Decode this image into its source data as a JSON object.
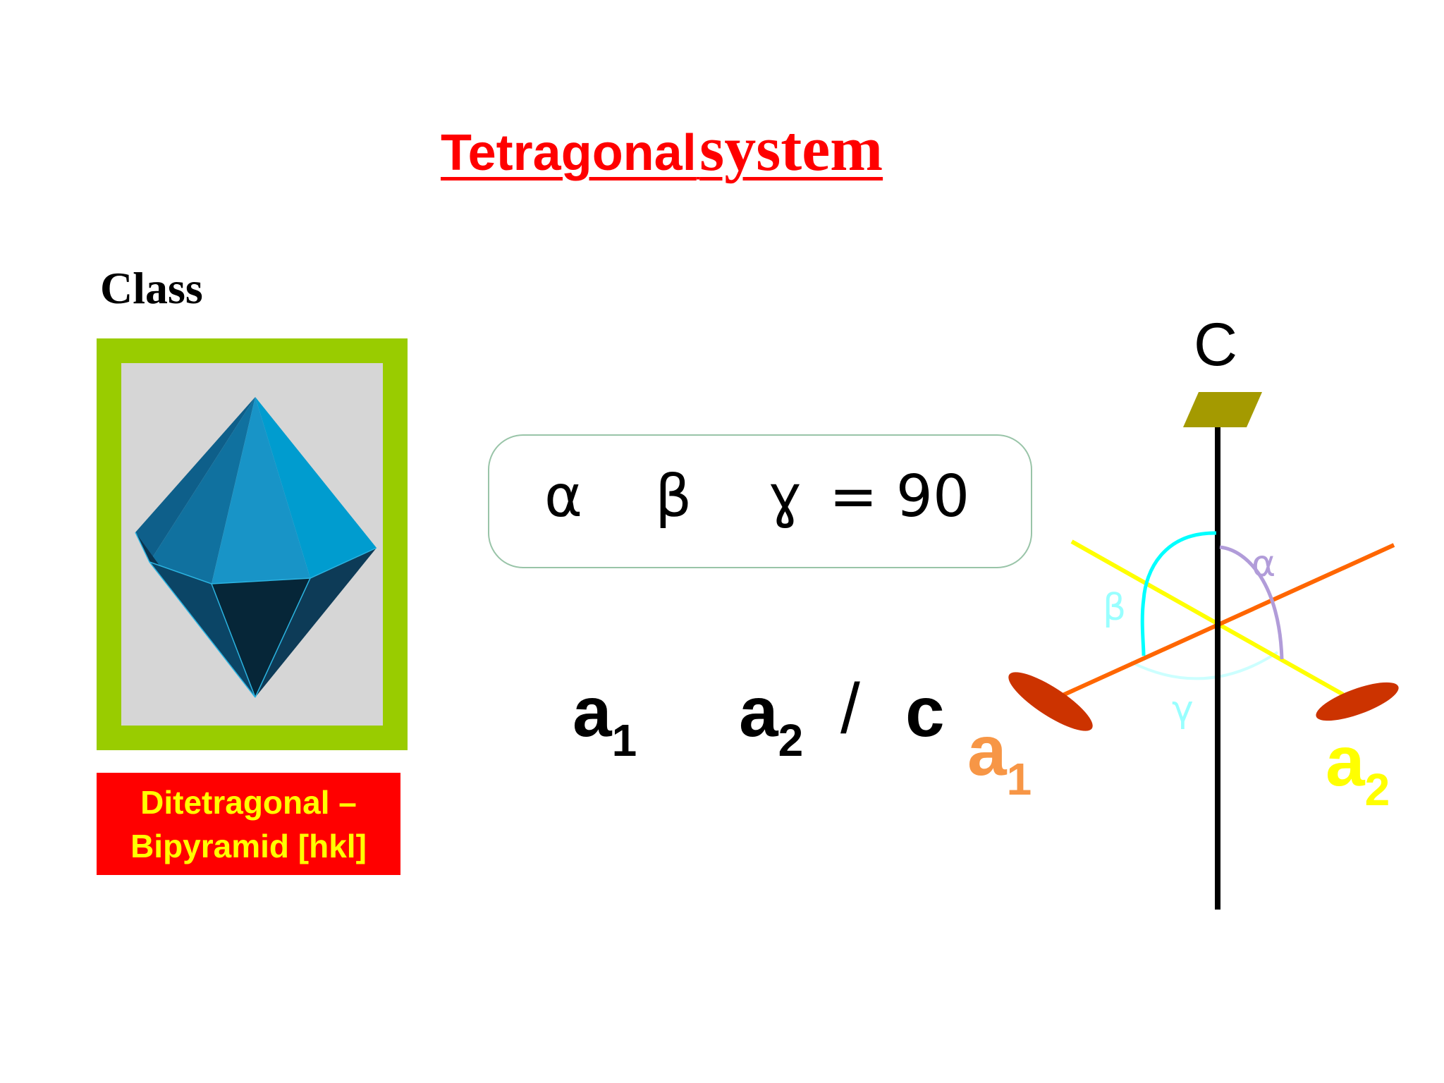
{
  "title": {
    "part1": "Tetragonal",
    "part2": "system",
    "color": "#ff0000"
  },
  "class_label": "Class",
  "crystal": {
    "icon": "ditetragonal-bipyramid-icon",
    "frame_color": "#99cc00",
    "face_color": "#0099cc"
  },
  "form": {
    "line1": "Ditetragonal –",
    "line2": "Bipyramid [hkl]",
    "background": "#ff0000",
    "text_color": "#ffff00"
  },
  "angles": {
    "alpha": "α",
    "beta": "β",
    "gamma": "ɣ",
    "equals": "= 90"
  },
  "axes_relation": {
    "a1": "a",
    "a1_sub": "1",
    "a2": "a",
    "a2_sub": "2",
    "slash": "/",
    "c": "c"
  },
  "diagram": {
    "c_label": "C",
    "a1_label": "a",
    "a1_sub": "1",
    "a2_label": "a",
    "a2_sub": "2",
    "alpha_label": "α",
    "beta_label": "β",
    "gamma_label": "γ",
    "colors": {
      "c_axis": "#000000",
      "a1_axis": "#ff6600",
      "a2_axis": "#ffff00",
      "a1_label": "#f79646",
      "a2_label": "#ffff00",
      "alpha_arc": "#b19cd9",
      "beta_arc": "#00ffff",
      "gamma_arc": "#ccffff",
      "ends": "#cc3300",
      "c_plate": "#a49a00"
    }
  }
}
